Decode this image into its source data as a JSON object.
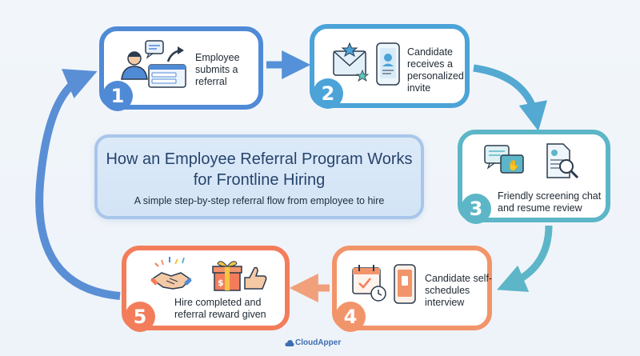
{
  "title": "How an Employee Referral Program Works for Frontline Hiring",
  "subtitle": "A simple step-by-step referral flow from employee to hire",
  "steps": [
    {
      "number": "1",
      "label": "Employee submits a referral",
      "color": "#4f8ad6"
    },
    {
      "number": "2",
      "label": "Candidate receives a personalized invite",
      "color": "#4ba3d8"
    },
    {
      "number": "3",
      "label": "Friendly screening chat and resume review",
      "color": "#5db6c7"
    },
    {
      "number": "4",
      "label": "Candidate self-schedules interview",
      "color": "#f2946a"
    },
    {
      "number": "5",
      "label": "Hire completed and referral reward given",
      "color": "#f37d5b"
    }
  ],
  "brand": "CloudApper",
  "icons": {
    "step1": [
      "person-icon",
      "chat-bubble-icon",
      "arrow-up-icon",
      "form-icon"
    ],
    "step2": [
      "envelope-star-icon",
      "phone-profile-icon"
    ],
    "step3": [
      "chat-wave-icon",
      "resume-search-icon"
    ],
    "step4": [
      "calendar-clock-icon",
      "phone-icon"
    ],
    "step5": [
      "handshake-icon",
      "gift-icon",
      "thumbs-up-icon"
    ]
  }
}
